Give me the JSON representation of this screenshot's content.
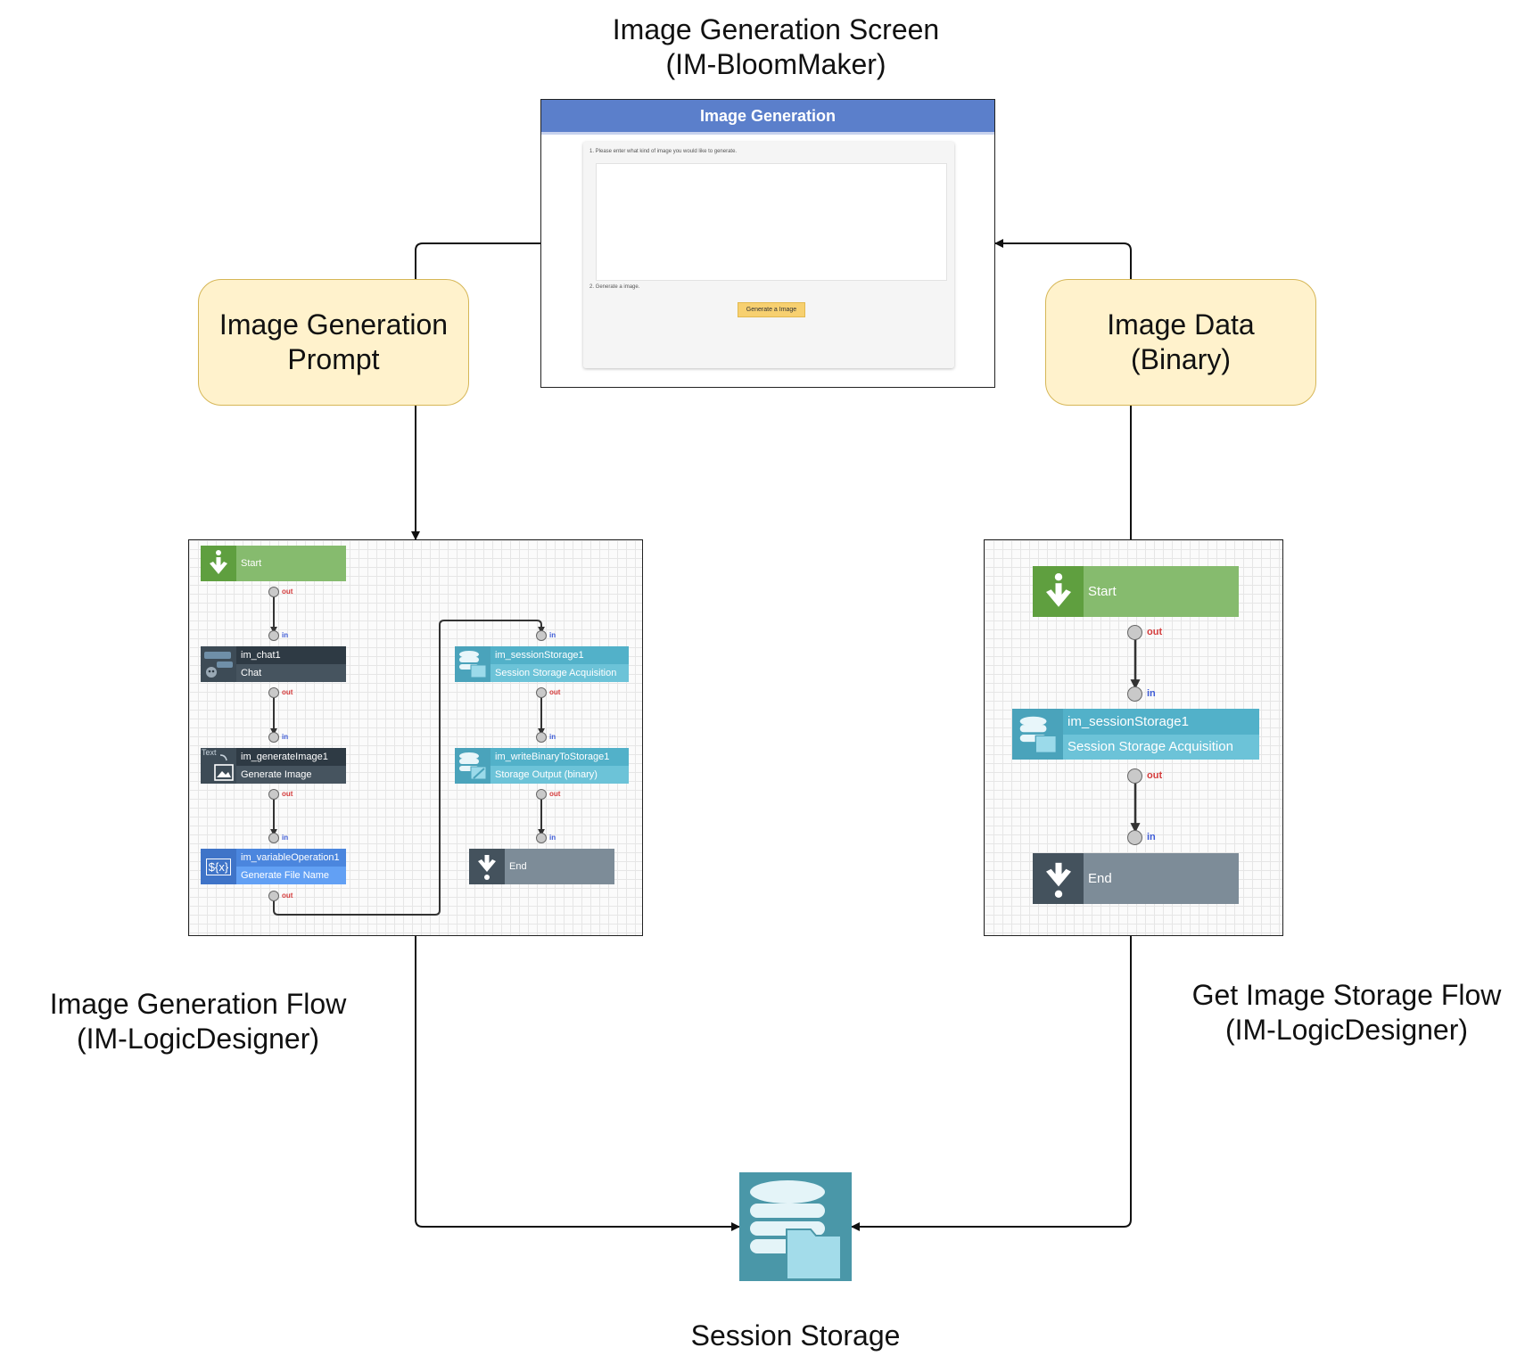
{
  "screen_title": [
    "Image Generation Screen",
    "(IM-BloomMaker)"
  ],
  "screen": {
    "header": "Image Generation",
    "step1": "1. Please enter what kind of image you would like to generate.",
    "step2": "2. Generate a image.",
    "button": "Generate a Image"
  },
  "notes": {
    "prompt": [
      "Image Generation",
      "Prompt"
    ],
    "data": [
      "Image Data",
      "(Binary)"
    ]
  },
  "flow1_label": [
    "Image Generation Flow",
    "(IM-LogicDesigner)"
  ],
  "flow2_label": [
    "Get Image Storage Flow",
    "(IM-LogicDesigner)"
  ],
  "storage_label": "Session Storage",
  "port_labels": {
    "in": "in",
    "out": "out"
  },
  "icon_text": {
    "text_tag": "Text",
    "variable": "${x}"
  },
  "flow1": {
    "start": "Start",
    "chat": {
      "id": "im_chat1",
      "label": "Chat"
    },
    "generate": {
      "id": "im_generateImage1",
      "label": "Generate Image"
    },
    "variable": {
      "id": "im_variableOperation1",
      "label": "Generate File Name"
    },
    "session": {
      "id": "im_sessionStorage1",
      "label": "Session Storage Acquisition"
    },
    "write": {
      "id": "im_writeBinaryToStorage1",
      "label": "Storage Output (binary)"
    },
    "end": "End"
  },
  "flow2": {
    "start": "Start",
    "session": {
      "id": "im_sessionStorage1",
      "label": "Session Storage Acquisition"
    },
    "end": "End"
  },
  "colors": {
    "header_blue": "#5b7fcb",
    "note_fill": "#fff2cc",
    "note_border": "#d6b656",
    "start_green": "#86bb6e",
    "chat_dark": "#2e3a44",
    "storage_teal": "#52b1c9",
    "variable_blue": "#4b86de",
    "end_grey": "#7d8c98",
    "port_out": "#d43c3c",
    "port_in": "#3d5bd6"
  }
}
